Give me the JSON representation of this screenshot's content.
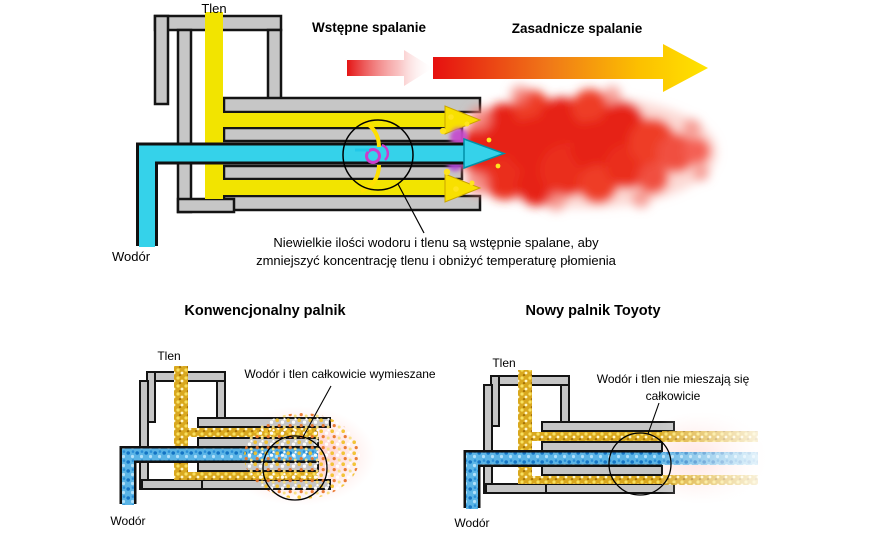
{
  "figure": {
    "top": {
      "oxygen_label": "Tlen",
      "hydrogen_label": "Wodór",
      "pre_combustion_arrow_label": "Wstępne spalanie",
      "main_combustion_arrow_label": "Zasadnicze spalanie",
      "annotation_line1": "Niewielkie ilości wodoru i tlenu są wstępnie spalane, aby",
      "annotation_line2": "zmniejszyć koncentrację tlenu i obniżyć temperaturę płomienia"
    },
    "bottom_left": {
      "title": "Konwencjonalny palnik",
      "oxygen_label": "Tlen",
      "hydrogen_label": "Wodór",
      "annotation": "Wodór i tlen całkowicie wymieszane"
    },
    "bottom_right": {
      "title": "Nowy palnik Toyoty",
      "oxygen_label": "Tlen",
      "hydrogen_label": "Wodór",
      "annotation_line1": "Wodór i tlen nie mieszają się",
      "annotation_line2": "całkowicie"
    },
    "colors": {
      "oxygen_yellow": "#f2e400",
      "hydrogen_cyan": "#35d2ea",
      "flame_red": "#e62418",
      "arrow_red": "#e61010",
      "arrow_yellow": "#ffe400",
      "casing_gray": "#c6c6c6"
    }
  }
}
